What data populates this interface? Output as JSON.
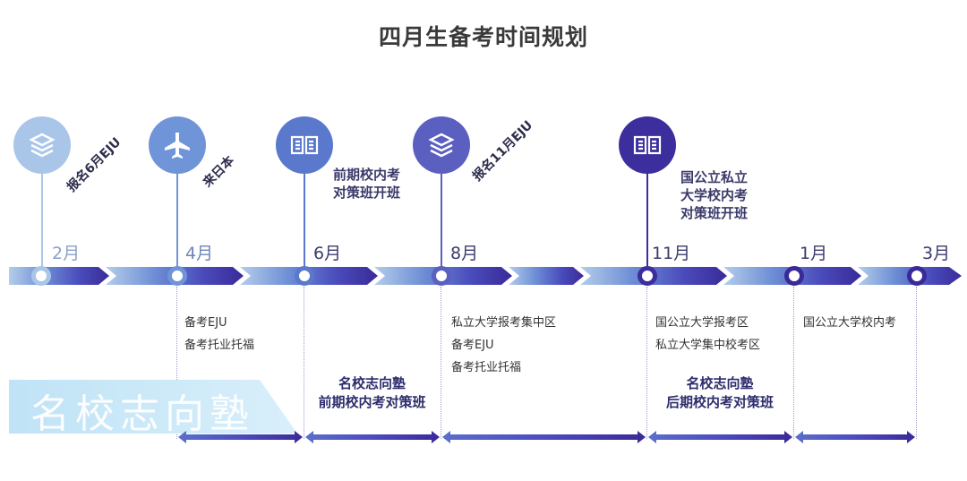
{
  "title": "四月生备考时间规划",
  "events": [
    {
      "label": "报名6月EJU",
      "icon": "books-icon",
      "color": "#a9c6e8"
    },
    {
      "label": "来日本",
      "icon": "airplane-icon",
      "color": "#6f94d8"
    },
    {
      "label_lines": [
        "前期校内考",
        "对策班开班"
      ],
      "icon": "book-open-icon",
      "color": "#5a78cc"
    },
    {
      "label": "报名11月EJU",
      "icon": "books-icon",
      "color": "#5a5fc0"
    },
    {
      "label_lines": [
        "国公立私立",
        "大学校内考",
        "对策班开班"
      ],
      "icon": "book-open-icon",
      "color": "#3c2e9c"
    }
  ],
  "months": [
    "2月",
    "4月",
    "6月",
    "8月",
    "11月",
    "1月",
    "3月"
  ],
  "info_blocks": [
    {
      "lines": [
        "备考EJU",
        "备考托业托福"
      ]
    },
    {
      "lines": [
        "私立大学报考集中区",
        "备考EJU",
        "备考托业托福"
      ]
    },
    {
      "lines": [
        "国公立大学报考区",
        "私立大学集中校考区"
      ]
    },
    {
      "lines": [
        "国公立大学校内考"
      ]
    }
  ],
  "cram_blocks": [
    {
      "lines": [
        "名校志向塾",
        "前期校内考对策班"
      ]
    },
    {
      "lines": [
        "名校志向塾",
        "后期校内考对策班"
      ]
    }
  ],
  "watermark": "名校志向塾",
  "colors": {
    "timeline_start": "#a9c6e8",
    "timeline_end": "#3a2a98",
    "text": "#3b3b6b"
  }
}
